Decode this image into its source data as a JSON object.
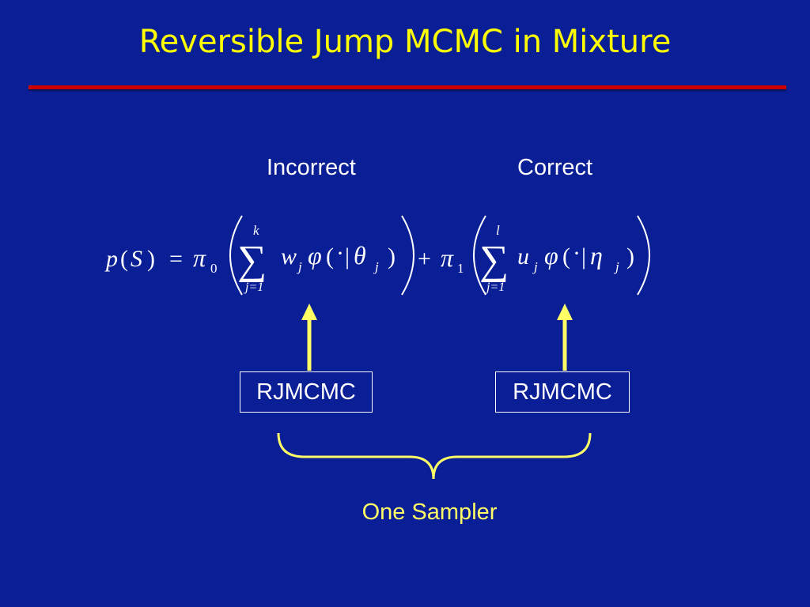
{
  "slide": {
    "title": "Reversible Jump MCMC in Mixture",
    "columns": {
      "left_label": "Incorrect",
      "right_label": "Correct"
    },
    "formula": {
      "lhs_p": "p",
      "lhs_S": "S",
      "pi": "π",
      "sub_zero": "0",
      "sub_one": "1",
      "plus": "+",
      "equals": "=",
      "left_sum_upper": "k",
      "left_sum_lower": "j=1",
      "left_weight": "w",
      "left_param": "θ",
      "right_sum_upper": "l",
      "right_sum_lower": "j=1",
      "right_weight": "u",
      "right_param": "η",
      "phi": "φ",
      "index_j": "j",
      "sigma": "∑"
    },
    "boxes": {
      "left": "RJMCMC",
      "right": "RJMCMC"
    },
    "brace_label": "One Sampler"
  },
  "colors": {
    "background": "#0a1e96",
    "title": "#ffff00",
    "rule": "#cc0000",
    "arrow": "#ffff66",
    "text": "#ffffff"
  }
}
